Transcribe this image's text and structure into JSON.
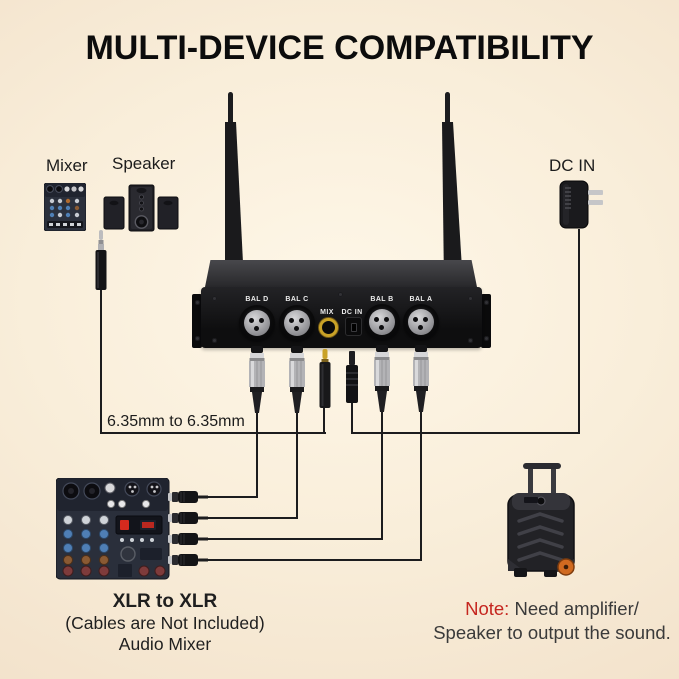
{
  "title": "MULTI-DEVICE COMPATIBILITY",
  "top_left": {
    "mixer_label": "Mixer",
    "speaker_label": "Speaker"
  },
  "top_right": {
    "dc_in_label": "DC IN"
  },
  "receiver": {
    "ports": [
      {
        "label": "BAL D",
        "type": "xlr-output"
      },
      {
        "label": "BAL C",
        "type": "xlr-output"
      },
      {
        "label": "MIX",
        "type": "jack-6.35mm"
      },
      {
        "label": "DC IN",
        "type": "dc-barrel"
      },
      {
        "label": "BAL B",
        "type": "xlr-output"
      },
      {
        "label": "BAL A",
        "type": "xlr-output"
      }
    ]
  },
  "annotations": {
    "cable_spec": "6.35mm to 6.35mm"
  },
  "bottom_left": {
    "title": "XLR to XLR",
    "subtitle": "(Cables are Not Included)",
    "device": "Audio Mixer"
  },
  "bottom_right": {
    "note_label": "Note:",
    "note_line1_rest": " Need amplifier/",
    "note_line2": "Speaker to output the sound."
  },
  "colors": {
    "background": "#f8edd9",
    "note_accent": "#c5261f",
    "gold_jack": "#c9a227",
    "cable": "#1c1c1e"
  }
}
